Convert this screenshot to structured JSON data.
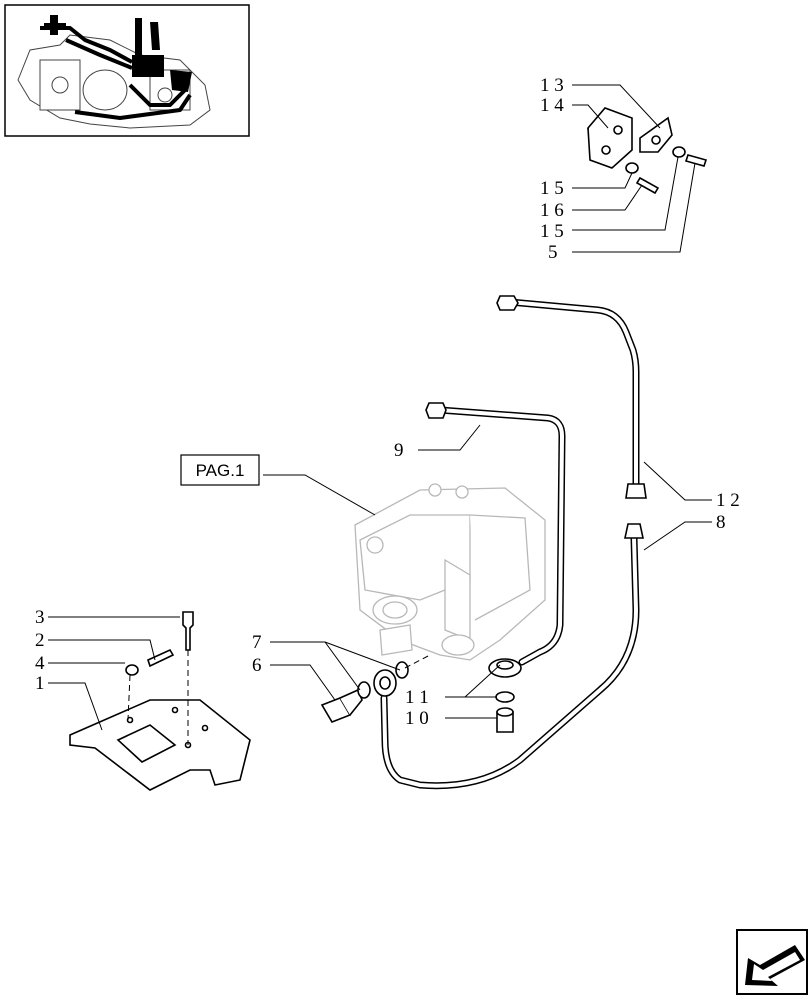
{
  "reference_box": {
    "label": "PAG.1"
  },
  "callouts": [
    {
      "id": "13",
      "text": "1 3"
    },
    {
      "id": "14",
      "text": "1 4"
    },
    {
      "id": "15a",
      "text": "1 5"
    },
    {
      "id": "16",
      "text": "1 6"
    },
    {
      "id": "15b",
      "text": "1 5"
    },
    {
      "id": "5",
      "text": "5"
    },
    {
      "id": "9",
      "text": "9"
    },
    {
      "id": "12",
      "text": "1 2"
    },
    {
      "id": "8",
      "text": "8"
    },
    {
      "id": "3",
      "text": "3"
    },
    {
      "id": "2",
      "text": "2"
    },
    {
      "id": "4",
      "text": "4"
    },
    {
      "id": "1",
      "text": "1"
    },
    {
      "id": "7",
      "text": "7"
    },
    {
      "id": "6",
      "text": "6"
    },
    {
      "id": "11",
      "text": "1 1"
    },
    {
      "id": "10",
      "text": "1 0"
    }
  ],
  "icons": {
    "thumbnail": "tractor-overview-thumbnail",
    "nav": "next-page-arrow-icon"
  }
}
